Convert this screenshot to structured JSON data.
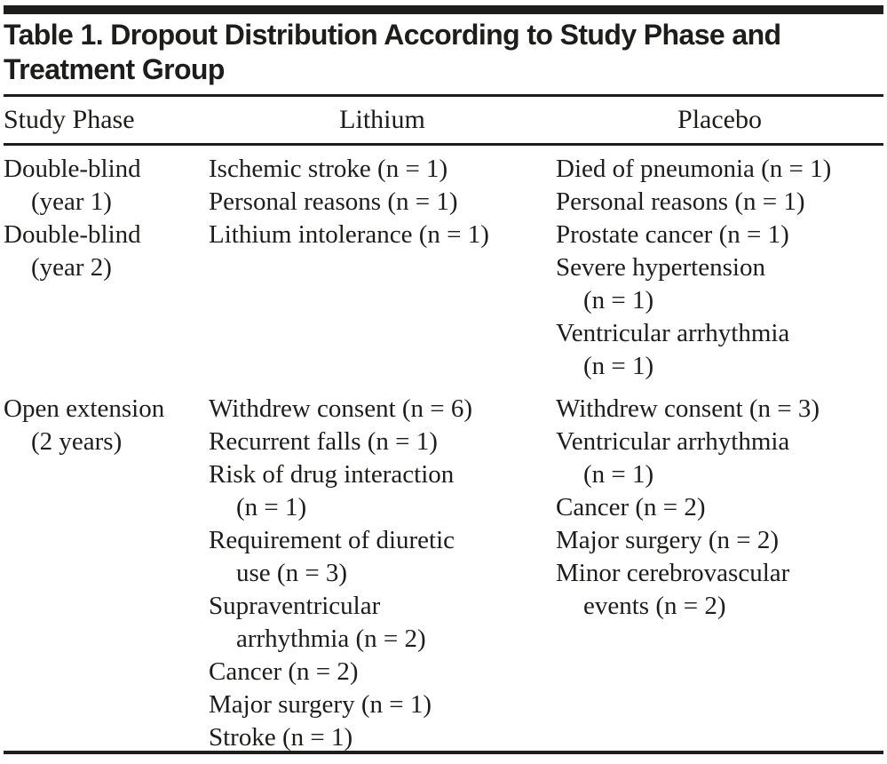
{
  "title": {
    "line1": "Table 1. Dropout Distribution According to Study Phase and",
    "line2": "Treatment Group"
  },
  "columns": {
    "phase": "Study Phase",
    "lithium": "Lithium",
    "placebo": "Placebo"
  },
  "table": {
    "sections": [
      {
        "phase": [
          "Double-blind",
          "(year 1)",
          "Double-blind",
          "(year 2)"
        ],
        "lithium": [
          "Ischemic stroke (n = 1)",
          "Personal reasons (n = 1)",
          "Lithium intolerance (n = 1)"
        ],
        "placebo": [
          "Died of pneumonia (n = 1)",
          "Personal reasons (n = 1)",
          "Prostate cancer (n = 1)",
          "Severe hypertension",
          "(n = 1)",
          "Ventricular arrhythmia",
          "(n = 1)"
        ]
      },
      {
        "phase": [
          "Open extension",
          "(2 years)"
        ],
        "lithium": [
          "Withdrew consent (n = 6)",
          "Recurrent falls (n = 1)",
          "Risk of drug interaction",
          "(n = 1)",
          "Requirement of diuretic",
          "use (n = 3)",
          "Supraventricular",
          "arrhythmia (n = 2)",
          "Cancer (n = 2)",
          "Major surgery (n = 1)",
          "Stroke (n = 1)"
        ],
        "placebo": [
          "Withdrew consent (n = 3)",
          "Ventricular arrhythmia",
          "(n = 1)",
          "Cancer (n = 2)",
          "Major surgery (n = 2)",
          "Minor cerebrovascular",
          "events (n = 2)"
        ]
      }
    ]
  },
  "colors": {
    "text": "#1d1d1b",
    "rule": "#1d1d1b",
    "background": "#ffffff"
  }
}
